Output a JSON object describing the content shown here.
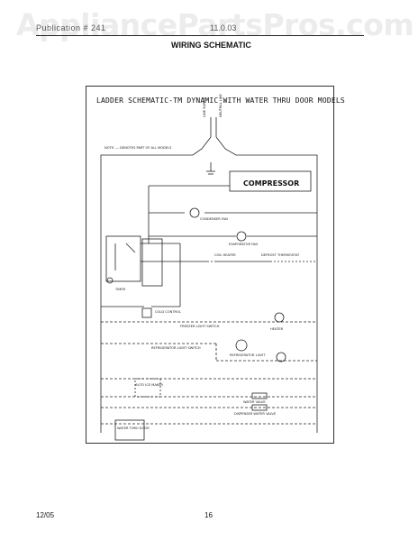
{
  "watermark": "AppliancePartsPros.com",
  "header": {
    "left_text": "Publication # 241",
    "right_text": "11.0.03",
    "title": "WIRING SCHEMATIC"
  },
  "schematic": {
    "title": "LADDER SCHEMATIC-TM DYNAMIC WITH WATER THRU DOOR MODELS",
    "compressor_label": "COMPRESSOR",
    "labels": {
      "supply_line": "LINE SUPPLY",
      "neutral": "NEUTRAL LINE",
      "note": "NOTE: — DENOTES PART OF ALL MODELS",
      "condenser_fan": "CONDENSER FAN",
      "evaporator_fan": "EVAPORATOR FAN",
      "defrost_thermostat": "DEFROST THERMOSTAT",
      "coil_heater": "COIL HEATER",
      "timer": "TIMER",
      "cold_control": "COLD CONTROL",
      "freezer_light_switch": "FREEZER LIGHT SWITCH",
      "heater_switch": "HEATER",
      "refrigerator_light_switch": "REFRIGERATOR LIGHT SWITCH",
      "refrigerator_light": "REFRIGERATOR LIGHT",
      "ice_maker_switch": "AUTO ICE MAKER",
      "water_valve": "WATER VALVE",
      "dispenser_water_valve": "DISPENSER WATER VALVE",
      "water_thru_door": "WATER THRU DOOR"
    }
  },
  "footer": {
    "date": "12/05",
    "page": "16"
  },
  "colors": {
    "line": "#222222",
    "frame": "#333333"
  }
}
